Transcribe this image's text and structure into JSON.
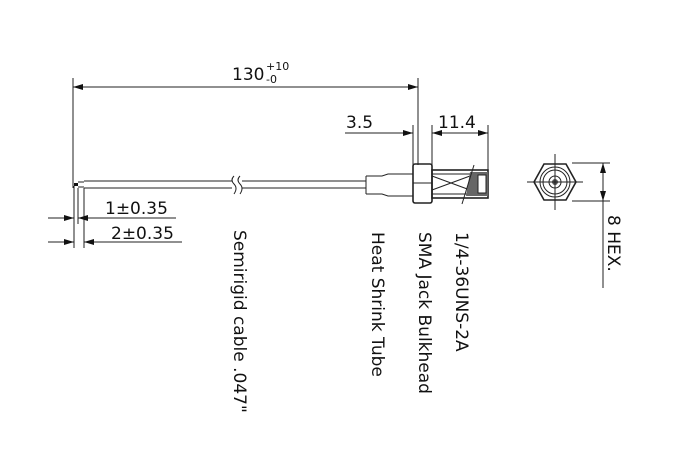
{
  "dimensions": {
    "overall_length": "130",
    "overall_tol_plus": "+10",
    "overall_tol_minus": "-0",
    "heat_shrink": "3.5",
    "connector_length": "11.4",
    "strip_1": "1±0.35",
    "strip_2": "2±0.35",
    "hex": "8 HEX."
  },
  "labels": {
    "cable": "Semirigid cable .047\"",
    "heat_shrink": "Heat Shrink Tube",
    "connector": "SMA Jack Bulkhead",
    "thread": "1/4-36UNS-2A"
  }
}
